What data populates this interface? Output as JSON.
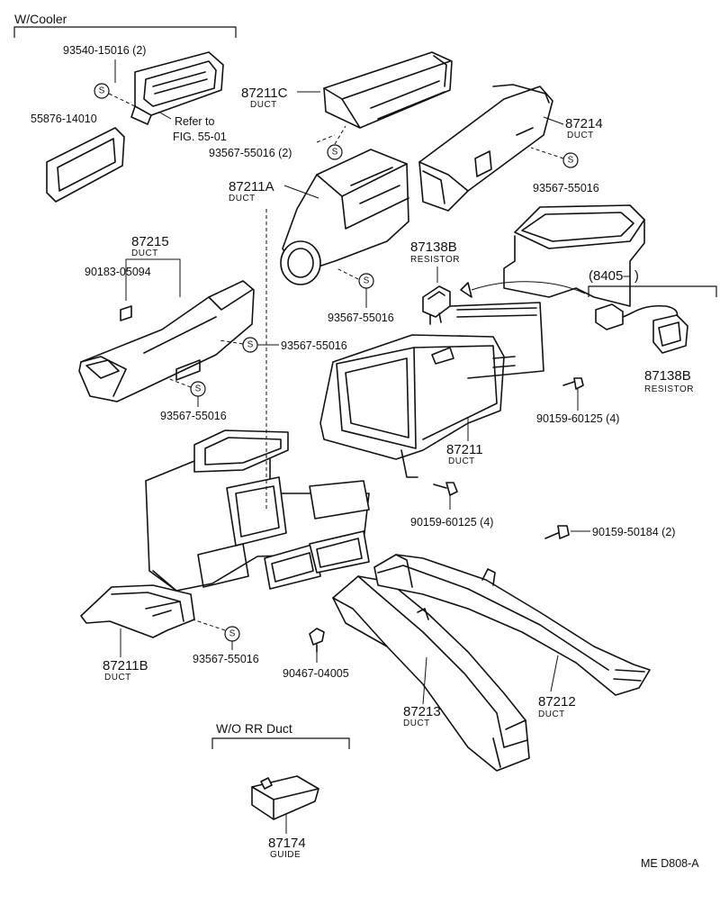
{
  "headers": {
    "w_cooler": "W/Cooler",
    "wo_rr_duct": "W/O  RR  Duct",
    "date_range": "(8405–          )"
  },
  "labels": {
    "p93540": "93540-15016 (2)",
    "p55876": "55876-14010",
    "refer_line1": "Refer to",
    "refer_line2": "FIG. 55-01",
    "p87211c": "87211C",
    "p93567_a": "93567-55016 (2)",
    "p87214": "87214",
    "p93567_b": "93567-55016",
    "p87211a": "87211A",
    "p87215": "87215",
    "p90183": "90183-05094",
    "p87138b_left": "87138B",
    "p93567_c": "93567-55016",
    "p93567_d": "93567-55016",
    "p93567_e": "93567-55016",
    "p87138b_right": "87138B",
    "p90159_a": "90159-60125 (4)",
    "p87211": "87211",
    "p90159_b": "90159-60125 (4)",
    "p90159_c": "90159-50184 (2)",
    "p87211b": "87211B",
    "p93567_f": "93567-55016",
    "p90467": "90467-04005",
    "p87213": "87213",
    "p87212": "87212",
    "p87174": "87174",
    "code": "ME  D808-A"
  },
  "sublabels": {
    "duct": "DUCT",
    "resistor": "RESISTOR",
    "guide": "GUIDE"
  },
  "smark": "S"
}
